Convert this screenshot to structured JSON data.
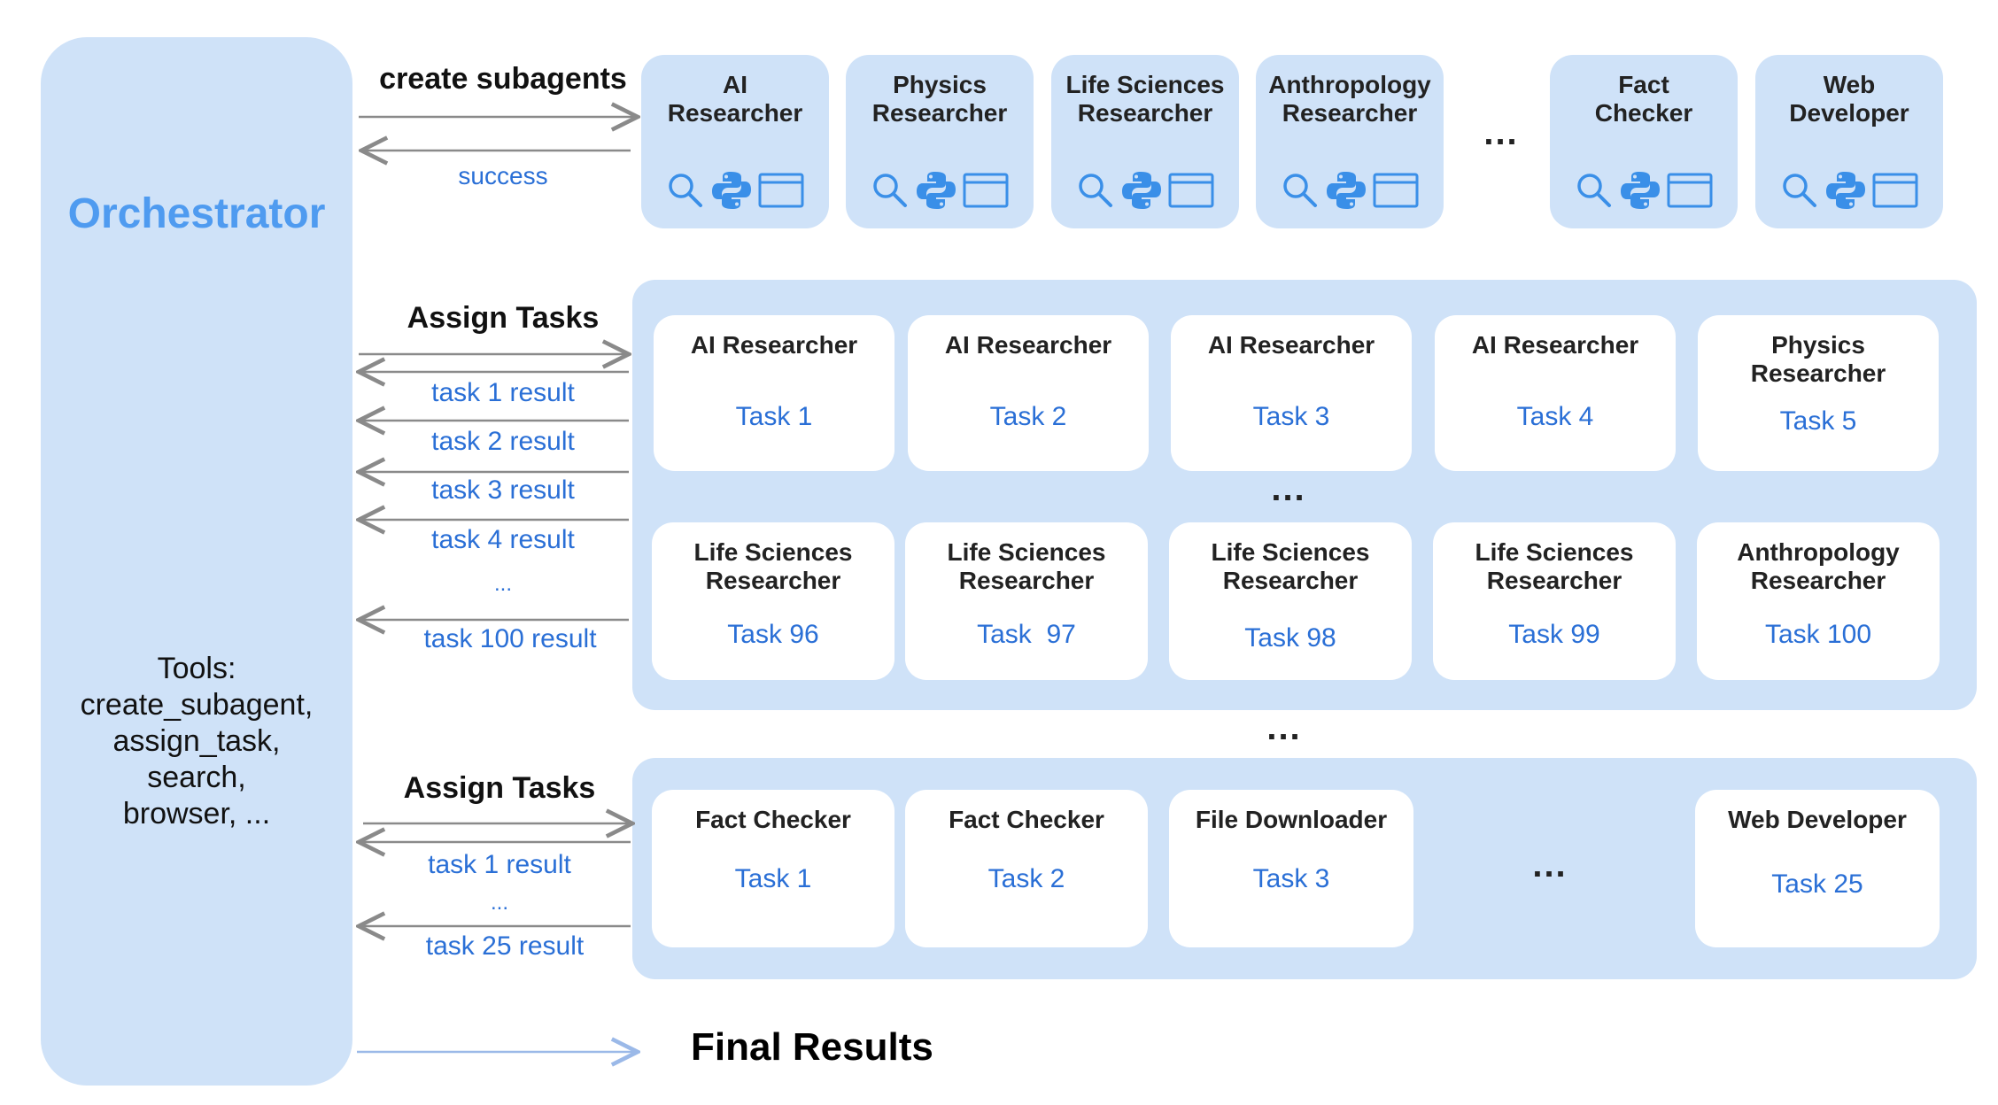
{
  "orchestrator": {
    "title": "Orchestrator",
    "tools": "Tools:\ncreate_subagent,\nassign_task,\nsearch,\nbrowser, ..."
  },
  "create": {
    "label": "create subagents",
    "response": "success"
  },
  "subagents": [
    {
      "name": "AI\nResearcher"
    },
    {
      "name": "Physics\nResearcher"
    },
    {
      "name": "Life Sciences\nResearcher"
    },
    {
      "name": "Anthropology\nResearcher"
    },
    {
      "name": "Fact\nChecker"
    },
    {
      "name": "Web\nDeveloper"
    }
  ],
  "subagent_dots": "...",
  "round1": {
    "label": "Assign Tasks",
    "results": [
      "task 1 result",
      "task 2 result",
      "task 3 result",
      "task 4 result",
      "...",
      "task 100 result"
    ],
    "row1": [
      {
        "agent": "AI Researcher",
        "task": "Task 1"
      },
      {
        "agent": "AI Researcher",
        "task": "Task 2"
      },
      {
        "agent": "AI Researcher",
        "task": "Task 3"
      },
      {
        "agent": "AI Researcher",
        "task": "Task 4"
      },
      {
        "agent": "Physics\nResearcher",
        "task": "Task 5"
      }
    ],
    "row2": [
      {
        "agent": "Life Sciences\nResearcher",
        "task": "Task 96"
      },
      {
        "agent": "Life Sciences\nResearcher",
        "task": "Task  97"
      },
      {
        "agent": "Life Sciences\nResearcher",
        "task": "Task 98"
      },
      {
        "agent": "Life Sciences\nResearcher",
        "task": "Task 99"
      },
      {
        "agent": "Anthropology\nResearcher",
        "task": "Task 100"
      }
    ],
    "dots": "..."
  },
  "between_dots": "...",
  "round2": {
    "label": "Assign Tasks",
    "results": [
      "task 1 result",
      "...",
      "task 25 result"
    ],
    "cards": [
      {
        "agent": "Fact Checker",
        "task": "Task 1"
      },
      {
        "agent": "Fact Checker",
        "task": "Task 2"
      },
      {
        "agent": "File Downloader",
        "task": "Task 3"
      },
      {
        "agent": "Web Developer",
        "task": "Task 25"
      }
    ],
    "dots": "..."
  },
  "final": {
    "label": "Final Results"
  },
  "colors": {
    "panel": "#cfe2f8",
    "accent": "#4f9bf0",
    "task_text": "#2a6fd6",
    "arrow": "#8a8a8a"
  },
  "icons": [
    "search-icon",
    "python-icon",
    "browser-window-icon"
  ]
}
